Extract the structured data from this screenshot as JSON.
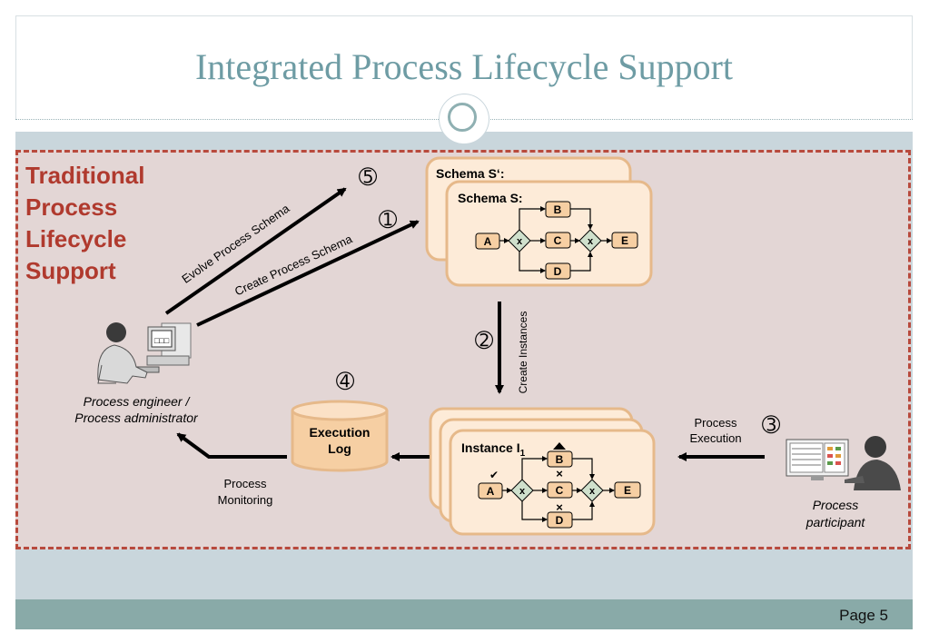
{
  "title": "Integrated Process Lifecycle Support",
  "page_label": "Page 5",
  "box_label": "Traditional Process Lifecycle Support",
  "engineer_caption_1": "Process engineer /",
  "engineer_caption_2": "Process administrator",
  "participant_caption_1": "Process",
  "participant_caption_2": "participant",
  "arrows": {
    "evolve": "Evolve Process Schema",
    "create_schema": "Create Process Schema",
    "create_instances": "Create Instances",
    "execution_1": "Process",
    "execution_2": "Execution",
    "monitoring_1": "Process",
    "monitoring_2": "Monitoring"
  },
  "steps": {
    "s1": "➀",
    "s2": "➁",
    "s3": "➂",
    "s4": "➃",
    "s5": "➄"
  },
  "schema_back_label": "Schema S‘:",
  "schema_front_label": "Schema S:",
  "instance_label": "Instance I",
  "instance_sub": "1",
  "execution_log_1": "Execution",
  "execution_log_2": "Log",
  "nodes": {
    "a": "A",
    "b": "B",
    "c": "C",
    "d": "D",
    "e": "E",
    "xor": "x"
  },
  "marks": {
    "done": "✔",
    "skipped": "×"
  },
  "screen_text": "□□□",
  "colors": {
    "title": "#6e9ca4",
    "dash": "#b84a3d",
    "label_red": "#b03a2e",
    "card_fill": "#fdebd8",
    "card_border": "#e6b98a",
    "node_fill": "#f6cfa3",
    "gateway_fill": "#cfe0cc"
  }
}
